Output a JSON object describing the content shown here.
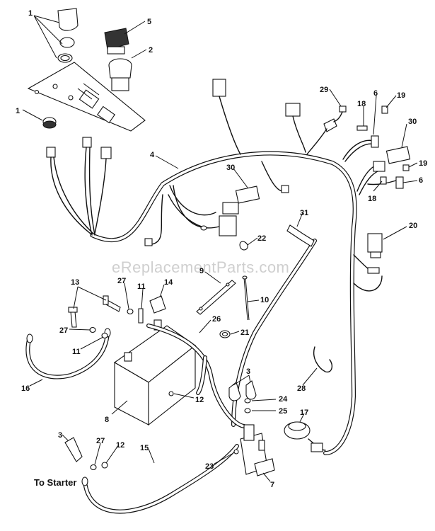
{
  "diagram": {
    "watermark": "eReplacementParts.com",
    "note": "To Starter",
    "labels": [
      "1",
      "5",
      "2",
      "1",
      "29",
      "18",
      "6",
      "19",
      "30",
      "4",
      "30",
      "19",
      "6",
      "18",
      "20",
      "22",
      "31",
      "9",
      "10",
      "13",
      "27",
      "11",
      "14",
      "21",
      "26",
      "27",
      "11",
      "3",
      "16",
      "24",
      "25",
      "28",
      "8",
      "12",
      "17",
      "3",
      "27",
      "12",
      "15",
      "23",
      "7"
    ]
  }
}
